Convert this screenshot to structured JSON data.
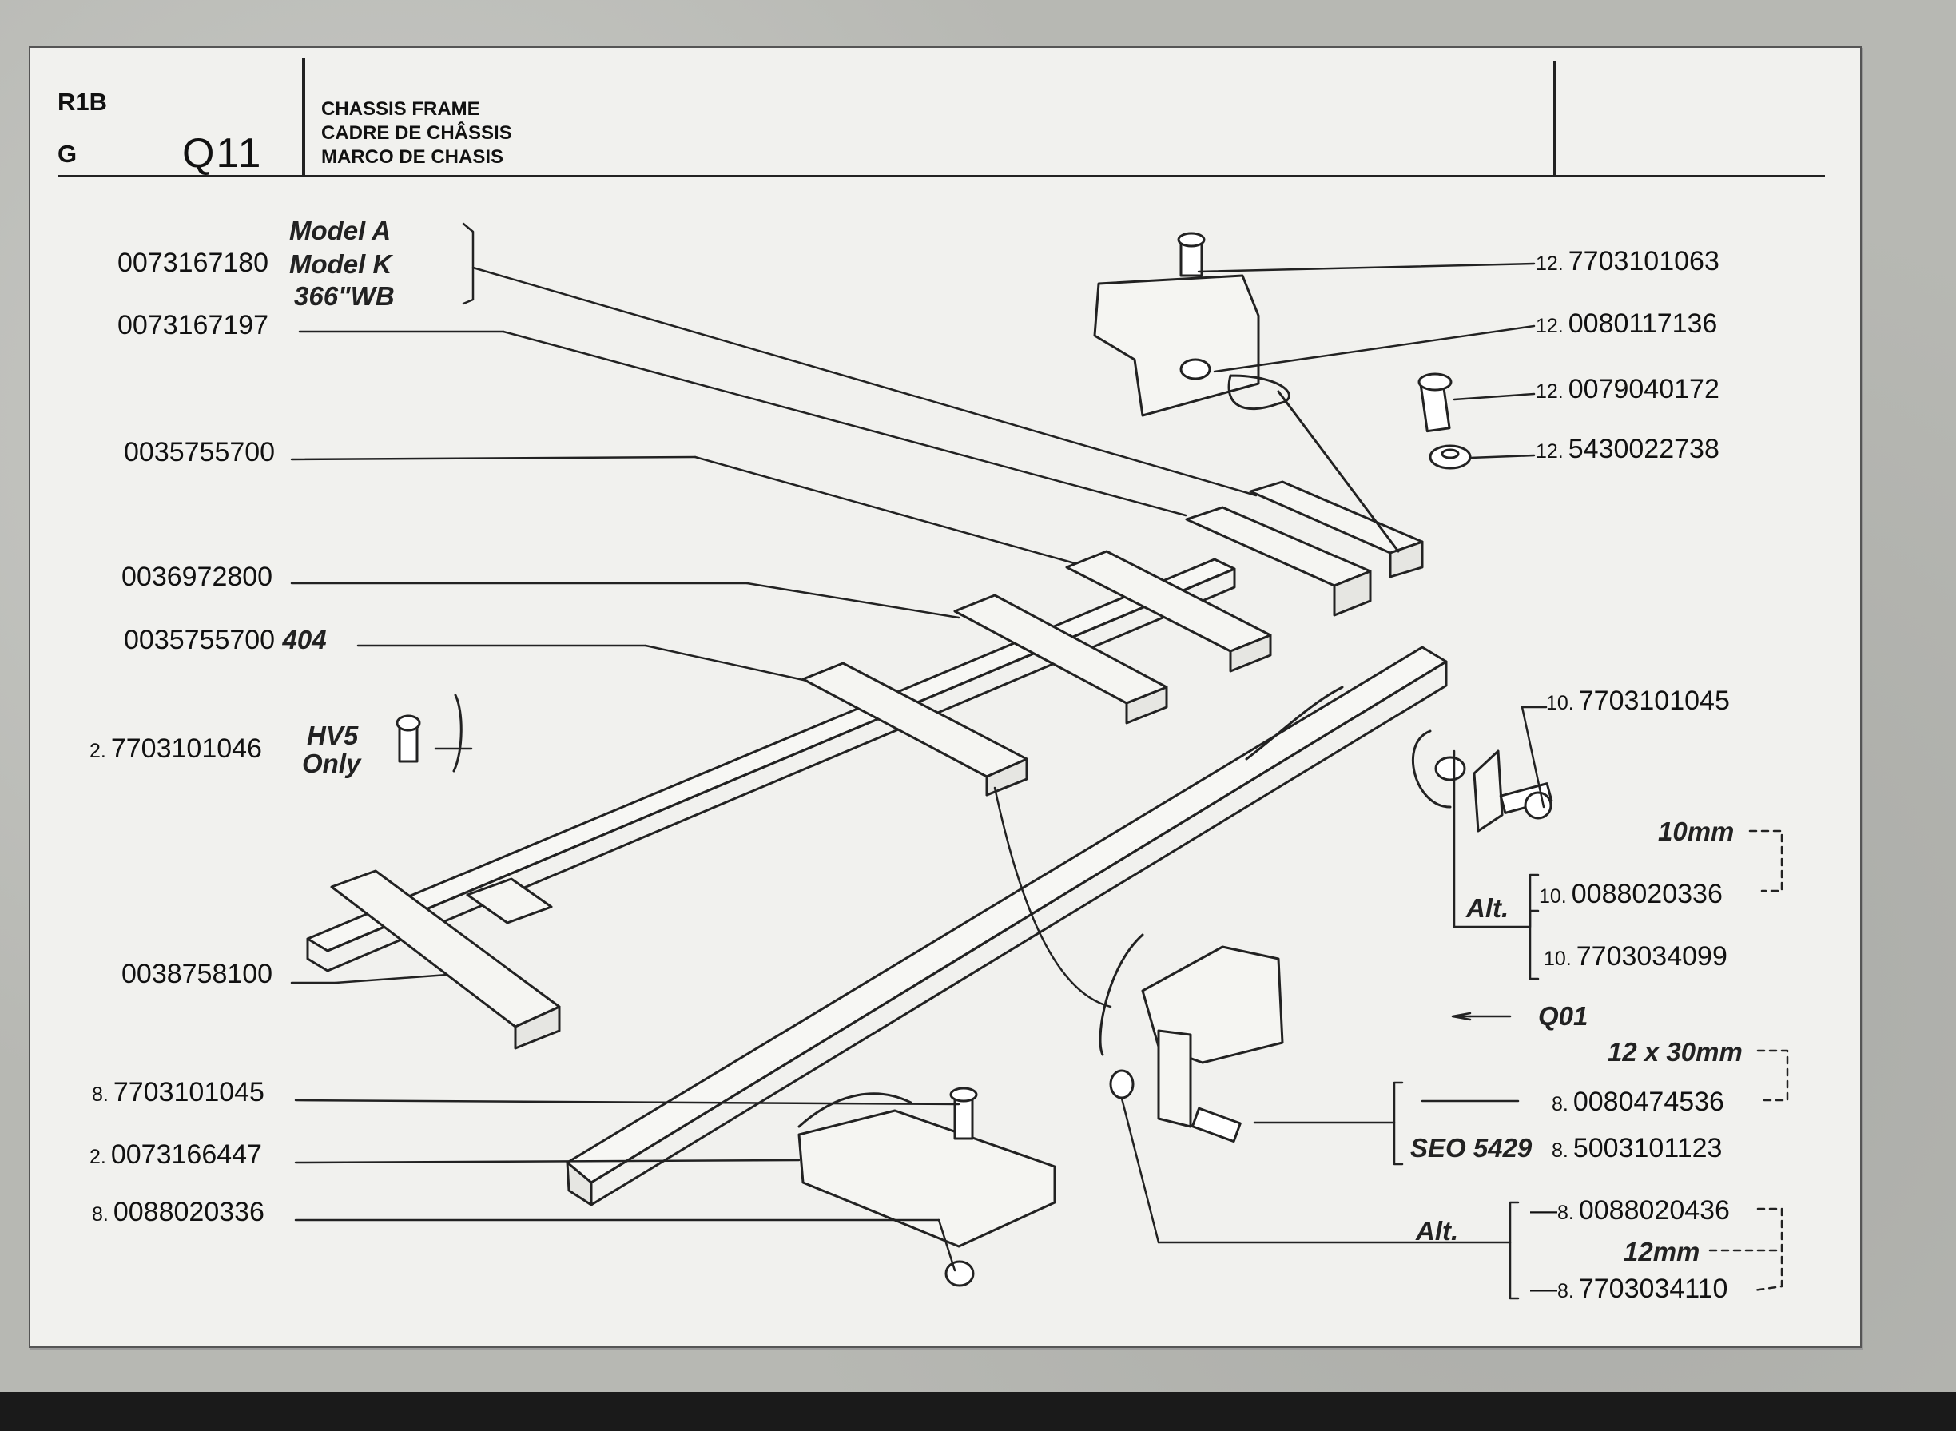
{
  "header": {
    "model_code": "R1B",
    "section_letter": "G",
    "plate_code": "Q11",
    "title_en": "CHASSIS FRAME",
    "title_fr": "CADRE DE CHÂSSIS",
    "title_es": "MARCO DE CHASIS"
  },
  "parts": {
    "p1": {
      "part_no": "0073167180",
      "note_lines": [
        "Model A",
        "Model K",
        "366\"WB"
      ]
    },
    "p2": {
      "part_no": "0073167197"
    },
    "p3": {
      "part_no": "0035755700"
    },
    "p4": {
      "part_no": "0036972800"
    },
    "p5": {
      "part_no": "0035755700",
      "note": "404"
    },
    "p6": {
      "qty": "2.",
      "part_no": "7703101046",
      "note_lines": [
        "HV5",
        "Only"
      ]
    },
    "p7": {
      "part_no": "0038758100"
    },
    "p8": {
      "qty": "8.",
      "part_no": "7703101045"
    },
    "p9": {
      "qty": "2.",
      "part_no": "0073166447"
    },
    "p10": {
      "qty": "8.",
      "part_no": "0088020336"
    },
    "p11": {
      "qty": "12.",
      "part_no": "7703101063"
    },
    "p12": {
      "qty": "12.",
      "part_no": "0080117136"
    },
    "p13": {
      "qty": "12.",
      "part_no": "0079040172"
    },
    "p14": {
      "qty": "12.",
      "part_no": "5430022738"
    },
    "p15": {
      "qty": "10.",
      "part_no": "7703101045"
    },
    "p16": {
      "qty": "10.",
      "part_no": "0088020336"
    },
    "p17": {
      "qty": "10.",
      "part_no": "7703034099"
    },
    "p18": {
      "qty": "8.",
      "part_no": "0080474536"
    },
    "p19": {
      "qty": "8.",
      "part_no": "5003101123",
      "note": "SEO 5429"
    },
    "p20": {
      "qty": "8.",
      "part_no": "0088020436"
    },
    "p21": {
      "qty": "8.",
      "part_no": "7703034110"
    }
  },
  "notes": {
    "size_10mm": "10mm",
    "alt_1": "Alt.",
    "ref_q01": "Q01",
    "size_12x30": "12 x 30mm",
    "alt_2": "Alt.",
    "size_12mm": "12mm"
  }
}
